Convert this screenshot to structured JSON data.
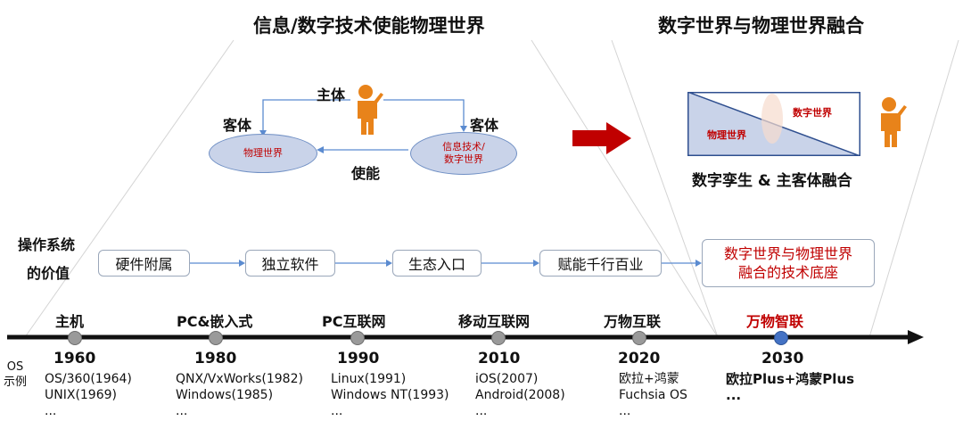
{
  "header": {
    "left_title": "信息/数字技术使能物理世界",
    "right_title": "数字世界与物理世界融合"
  },
  "left_diagram": {
    "subject_label": "主体",
    "object_label_left": "客体",
    "object_label_right": "客体",
    "physical_world": "物理世界",
    "info_tech_line1": "信息技术/",
    "info_tech_line2": "数字世界",
    "enable_label": "使能"
  },
  "right_diagram": {
    "digital_world": "数字世界",
    "physical_world": "物理世界",
    "caption": "数字孪生 & 主客体融合"
  },
  "os_value": {
    "label_line1": "操作系统",
    "label_line2": "的价值",
    "stages": [
      "硬件附属",
      "独立软件",
      "生态入口",
      "赋能千行百业"
    ],
    "final_stage_line1": "数字世界与物理世界",
    "final_stage_line2": "融合的技术底座"
  },
  "timeline": {
    "os_label_line1": "OS",
    "os_label_line2": "示例",
    "eras": [
      {
        "name": "主机",
        "year": "1960",
        "examples": [
          "OS/360(1964)",
          "UNIX(1969)",
          "..."
        ]
      },
      {
        "name": "PC&嵌入式",
        "year": "1980",
        "examples": [
          "QNX/VxWorks(1982)",
          "Windows(1985)",
          "..."
        ]
      },
      {
        "name": "PC互联网",
        "year": "1990",
        "examples": [
          "Linux(1991)",
          "Windows NT(1993)",
          "..."
        ]
      },
      {
        "name": "移动互联网",
        "year": "2010",
        "examples": [
          "iOS(2007)",
          "Android(2008)",
          "..."
        ]
      },
      {
        "name": "万物互联",
        "year": "2020",
        "examples": [
          "欧拉+鸿蒙",
          "Fuchsia OS",
          "..."
        ]
      },
      {
        "name": "万物智联",
        "year": "2030",
        "examples": [
          "欧拉Plus+鸿蒙Plus",
          "..."
        ]
      }
    ]
  },
  "colors": {
    "highlight_red": "#c00000",
    "arrow_red": "#c00000",
    "ellipse_fill": "#c9d3e9",
    "person_orange": "#e8831a",
    "future_dot": "#4472c4",
    "connector_blue": "#5b8bd0"
  },
  "icons": [
    "person-icon",
    "right-arrow-icon"
  ]
}
